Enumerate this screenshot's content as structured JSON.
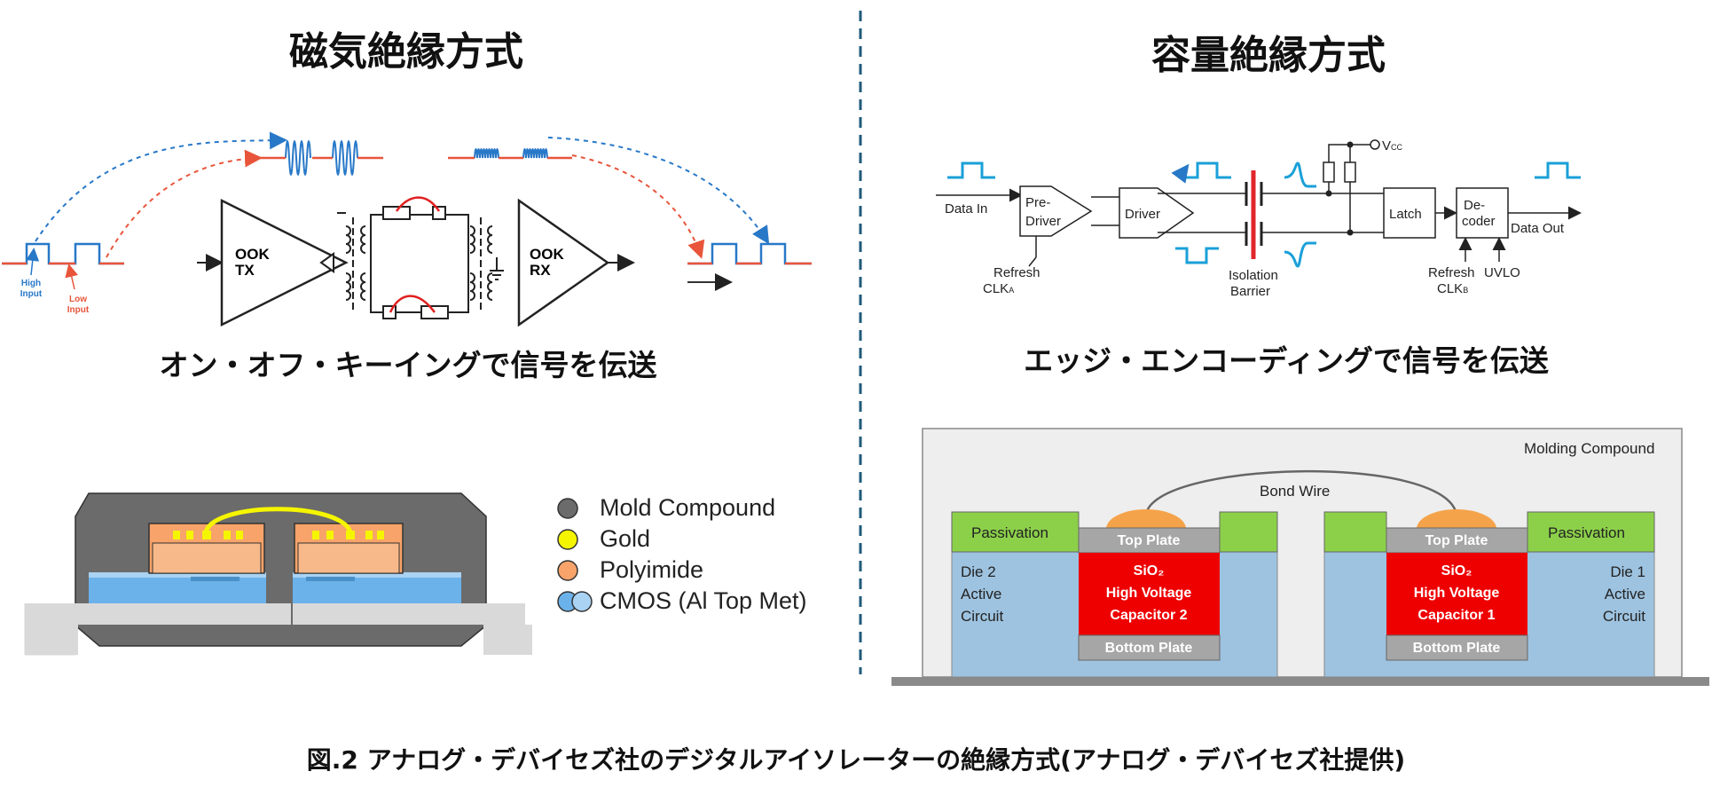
{
  "left": {
    "title": "磁気絶縁方式",
    "subtitle": "オン・オフ・キーイングで信号を伝送",
    "labels": {
      "high_input_1": "High",
      "high_input_2": "Input",
      "low_input_1": "Low",
      "low_input_2": "Input",
      "tx_1": "OOK",
      "tx_2": "TX",
      "rx_1": "OOK",
      "rx_2": "RX"
    },
    "legend": [
      {
        "label": "Mold Compound",
        "color": "#6b6b6b"
      },
      {
        "label": "Gold",
        "color": "#f5f500"
      },
      {
        "label": "Polyimide",
        "color": "#f7a36a"
      },
      {
        "label": "CMOS (Al Top Met)",
        "color": "#6bb2ea"
      }
    ]
  },
  "right": {
    "title": "容量絶縁方式",
    "subtitle": "エッジ・エンコーディングで信号を伝送",
    "labels": {
      "data_in": "Data In",
      "pre_driver_1": "Pre-",
      "pre_driver_2": "Driver",
      "driver": "Driver",
      "refresh_a_1": "Refresh",
      "refresh_a_2": "CLK",
      "refresh_a_sub": "A",
      "isolation_1": "Isolation",
      "isolation_2": "Barrier",
      "vcc": "V",
      "vcc_sub": "CC",
      "latch": "Latch",
      "decoder_1": "De-",
      "decoder_2": "coder",
      "data_out": "Data Out",
      "refresh_b_1": "Refresh",
      "refresh_b_2": "CLK",
      "refresh_b_sub": "B",
      "uvlo": "UVLO"
    },
    "cross_section": {
      "molding": "Molding Compound",
      "bond_wire": "Bond Wire",
      "passivation": "Passivation",
      "top_plate": "Top Plate",
      "bottom_plate": "Bottom Plate",
      "sio2": "SiO₂",
      "hv": "High Voltage",
      "cap2": "Capacitor 2",
      "cap1": "Capacitor 1",
      "die2_1": "Die 2",
      "die1_1": "Die 1",
      "active": "Active",
      "circuit": "Circuit"
    }
  },
  "caption": "図.2 アナログ・デバイセズ社のデジタルアイソレーターの絶縁方式(アナログ・デバイセズ社提供)",
  "colors": {
    "blue_wave": "#2878c8",
    "red_wave": "#e8553a",
    "cyan_pulse": "#1aa0d8",
    "barrier_red": "#e0262b",
    "passivation": "#8cd04a",
    "die": "#9ec3e0",
    "cap_red": "#ee0000",
    "plate_grey": "#a6a6a6"
  }
}
